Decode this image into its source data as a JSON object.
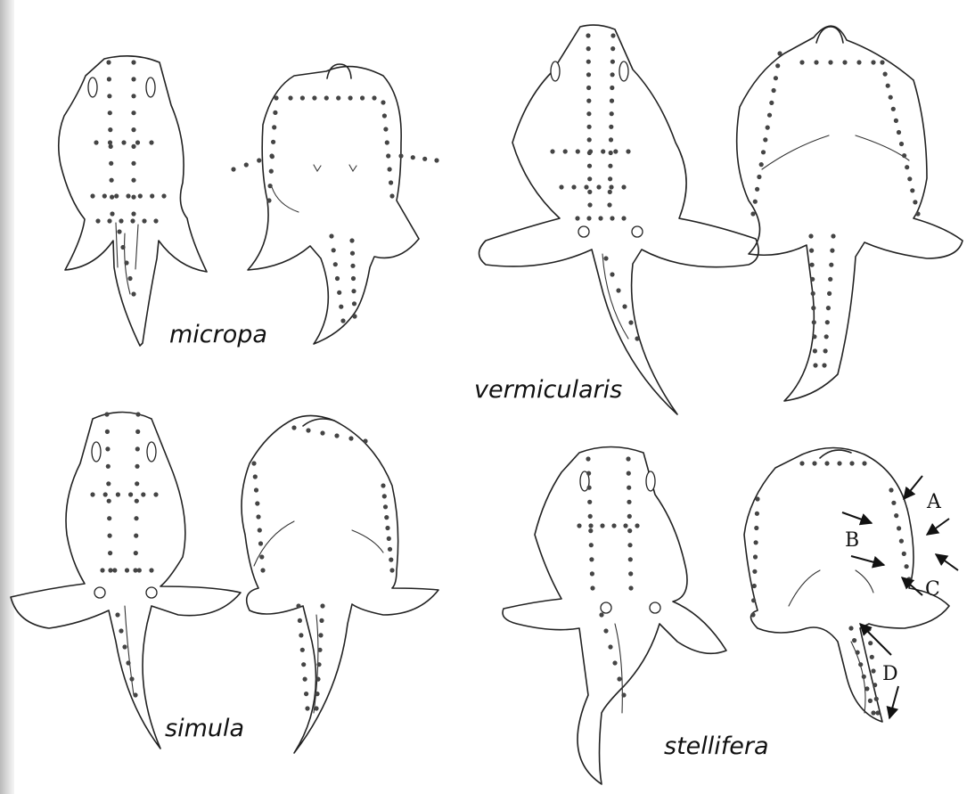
{
  "panels": [
    {
      "id": "micropa",
      "label": "micropa"
    },
    {
      "id": "vermicularis",
      "label": "vermicularis"
    },
    {
      "id": "simula",
      "label": "simula"
    },
    {
      "id": "stellifera",
      "label": "stellifera"
    }
  ],
  "annotations": [
    "A",
    "B",
    "C",
    "D"
  ]
}
